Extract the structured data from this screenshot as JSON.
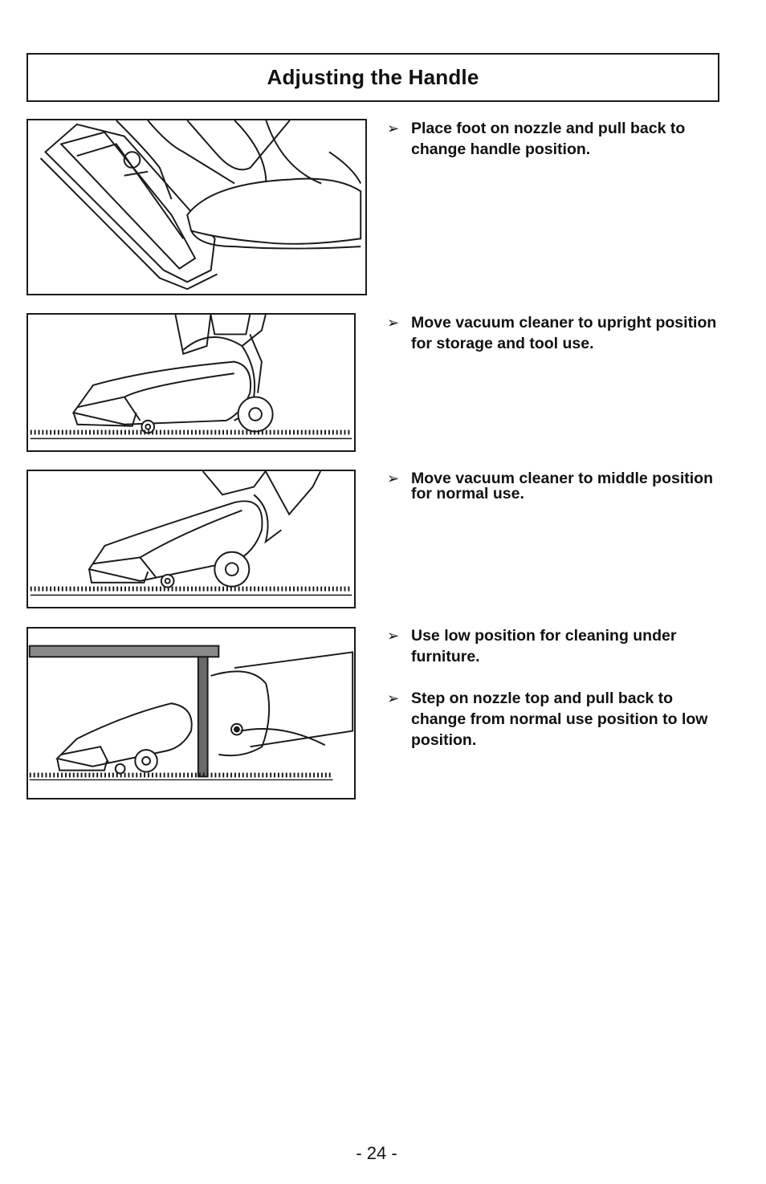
{
  "title": "Adjusting the Handle",
  "bullet_glyph": "➢",
  "sections": [
    {
      "figure_icon": "foot-on-nozzle-illustration",
      "bullets": [
        "Place foot on nozzle and pull back to change handle position."
      ]
    },
    {
      "figure_icon": "vacuum-upright-position-illustration",
      "bullets": [
        "Move vacuum cleaner to upright position for storage and tool use."
      ]
    },
    {
      "figure_icon": "vacuum-middle-position-illustration",
      "bullets": [
        "Move vacuum cleaner to middle position for normal use."
      ]
    },
    {
      "figure_icon": "vacuum-low-position-under-furniture-illustration",
      "bullets": [
        "Use low position for cleaning under furniture.",
        "Step on nozzle top and pull back to change from normal use position to low position."
      ]
    }
  ],
  "page_number": "- 24 -"
}
